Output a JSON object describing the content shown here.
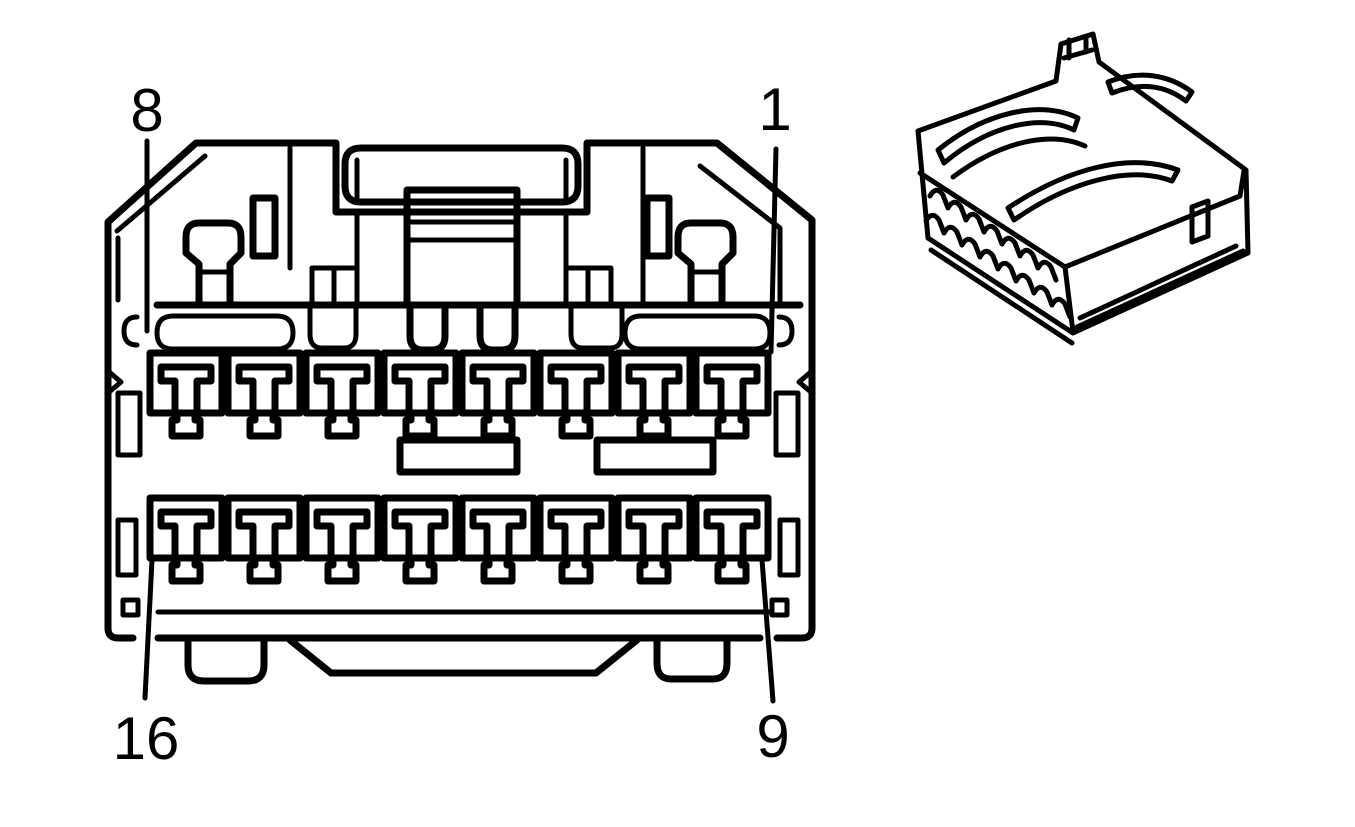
{
  "diagram": {
    "kind": "connector-pinout-diagram",
    "front_view": {
      "total_pins": 16,
      "top_row_pins": 8,
      "bottom_row_pins": 8,
      "callouts": [
        {
          "label": "8",
          "corner": "top-left"
        },
        {
          "label": "1",
          "corner": "top-right"
        },
        {
          "label": "16",
          "corner": "bottom-left"
        },
        {
          "label": "9",
          "corner": "bottom-right"
        }
      ]
    },
    "iso_view": {
      "description": "isometric view of 16-way connector housing"
    },
    "colors": {
      "line": "#000000",
      "background": "#ffffff"
    }
  }
}
